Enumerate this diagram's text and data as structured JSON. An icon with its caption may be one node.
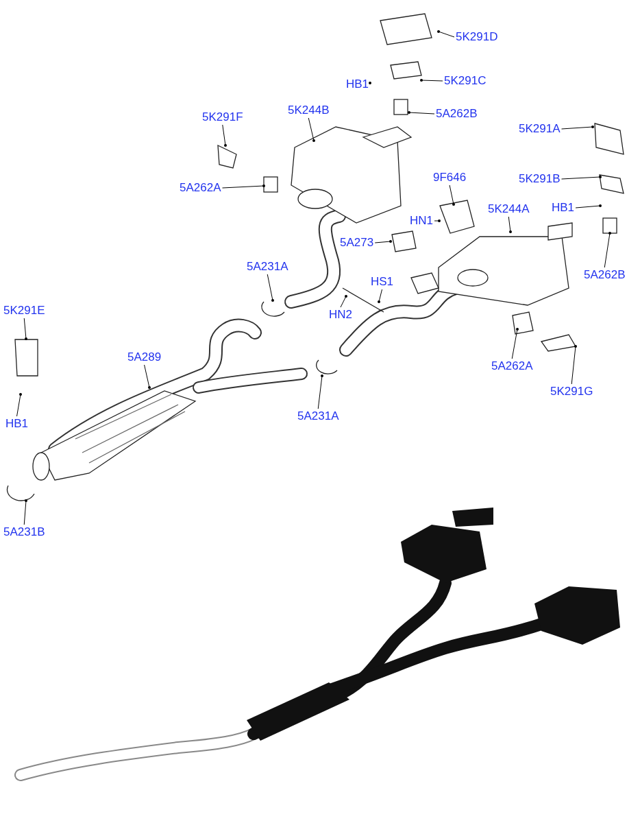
{
  "diagram": {
    "nodes": [
      {
        "text": [
          "5K291D"
        ]
      },
      {
        "text": [
          "HB1"
        ]
      },
      {
        "text": [
          "5K291C"
        ]
      },
      {
        "text": [
          "5A262B"
        ]
      },
      {
        "text": [
          "5K291F"
        ]
      },
      {
        "text": [
          "5K244B"
        ]
      },
      {
        "text": [
          "5K291A"
        ]
      },
      {
        "text": [
          "5A262A"
        ]
      },
      {
        "text": [
          "9F646"
        ]
      },
      {
        "text": [
          "5K291B"
        ]
      },
      {
        "text": [
          "HN1"
        ]
      },
      {
        "text": [
          "5K244A"
        ]
      },
      {
        "text": [
          "HB1"
        ]
      },
      {
        "text": [
          "5A273"
        ]
      },
      {
        "text": [
          "5A262B"
        ]
      },
      {
        "text": [
          "HS1"
        ]
      },
      {
        "text": [
          "5A231A"
        ]
      },
      {
        "text": [
          "5K291E"
        ]
      },
      {
        "text": [
          "HN2"
        ]
      },
      {
        "text": [
          "5A289"
        ]
      },
      {
        "text": [
          "5A262A"
        ]
      },
      {
        "text": [
          "5K291G"
        ]
      },
      {
        "text": [
          "5A231A"
        ]
      },
      {
        "text": [
          "HB1"
        ]
      },
      {
        "text": [
          "5A231B"
        ]
      }
    ],
    "edges": [
      {
        "from": 0,
        "to": null,
        "arrow": "other"
      },
      {
        "from": 1,
        "to": null,
        "arrow": "other"
      },
      {
        "from": 2,
        "to": null,
        "arrow": "other"
      },
      {
        "from": 3,
        "to": null,
        "arrow": "other"
      },
      {
        "from": 4,
        "to": null,
        "arrow": "other"
      },
      {
        "from": 5,
        "to": null,
        "arrow": "other"
      },
      {
        "from": 6,
        "to": null,
        "arrow": "other"
      },
      {
        "from": 7,
        "to": null,
        "arrow": "other"
      },
      {
        "from": 8,
        "to": null,
        "arrow": "other"
      },
      {
        "from": 9,
        "to": null,
        "arrow": "other"
      },
      {
        "from": 10,
        "to": null,
        "arrow": "other"
      },
      {
        "from": 11,
        "to": null,
        "arrow": "other"
      },
      {
        "from": 12,
        "to": null,
        "arrow": "other"
      },
      {
        "from": 13,
        "to": null,
        "arrow": "other"
      },
      {
        "from": 14,
        "to": null,
        "arrow": "other"
      },
      {
        "from": 15,
        "to": null,
        "arrow": "other"
      },
      {
        "from": 16,
        "to": null,
        "arrow": "other"
      },
      {
        "from": 17,
        "to": null,
        "arrow": "other"
      },
      {
        "from": 18,
        "to": null,
        "arrow": "other"
      },
      {
        "from": 19,
        "to": null,
        "arrow": "other"
      },
      {
        "from": 20,
        "to": null,
        "arrow": "other"
      },
      {
        "from": 21,
        "to": null,
        "arrow": "other"
      },
      {
        "from": 22,
        "to": null,
        "arrow": "other"
      },
      {
        "from": 23,
        "to": null,
        "arrow": "other"
      },
      {
        "from": 24,
        "to": null,
        "arrow": "other"
      }
    ]
  }
}
